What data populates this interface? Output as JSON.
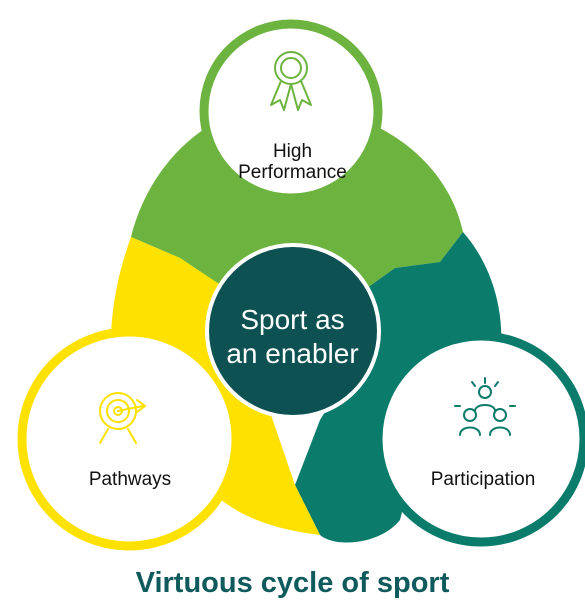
{
  "segments": {
    "high_performance": {
      "label_line1": "High",
      "label_line2": "Performance",
      "color": "#6db33f",
      "icon": "award-ribbon-icon"
    },
    "pathways": {
      "label": "Pathways",
      "color": "#fde100",
      "icon": "target-arrow-icon"
    },
    "participation": {
      "label": "Participation",
      "color": "#0b7b6b",
      "icon": "group-people-icon"
    }
  },
  "center": {
    "line1": "Sport as",
    "line2": "an enabler",
    "color": "#0e5152"
  },
  "caption": "Virtuous cycle of sport"
}
